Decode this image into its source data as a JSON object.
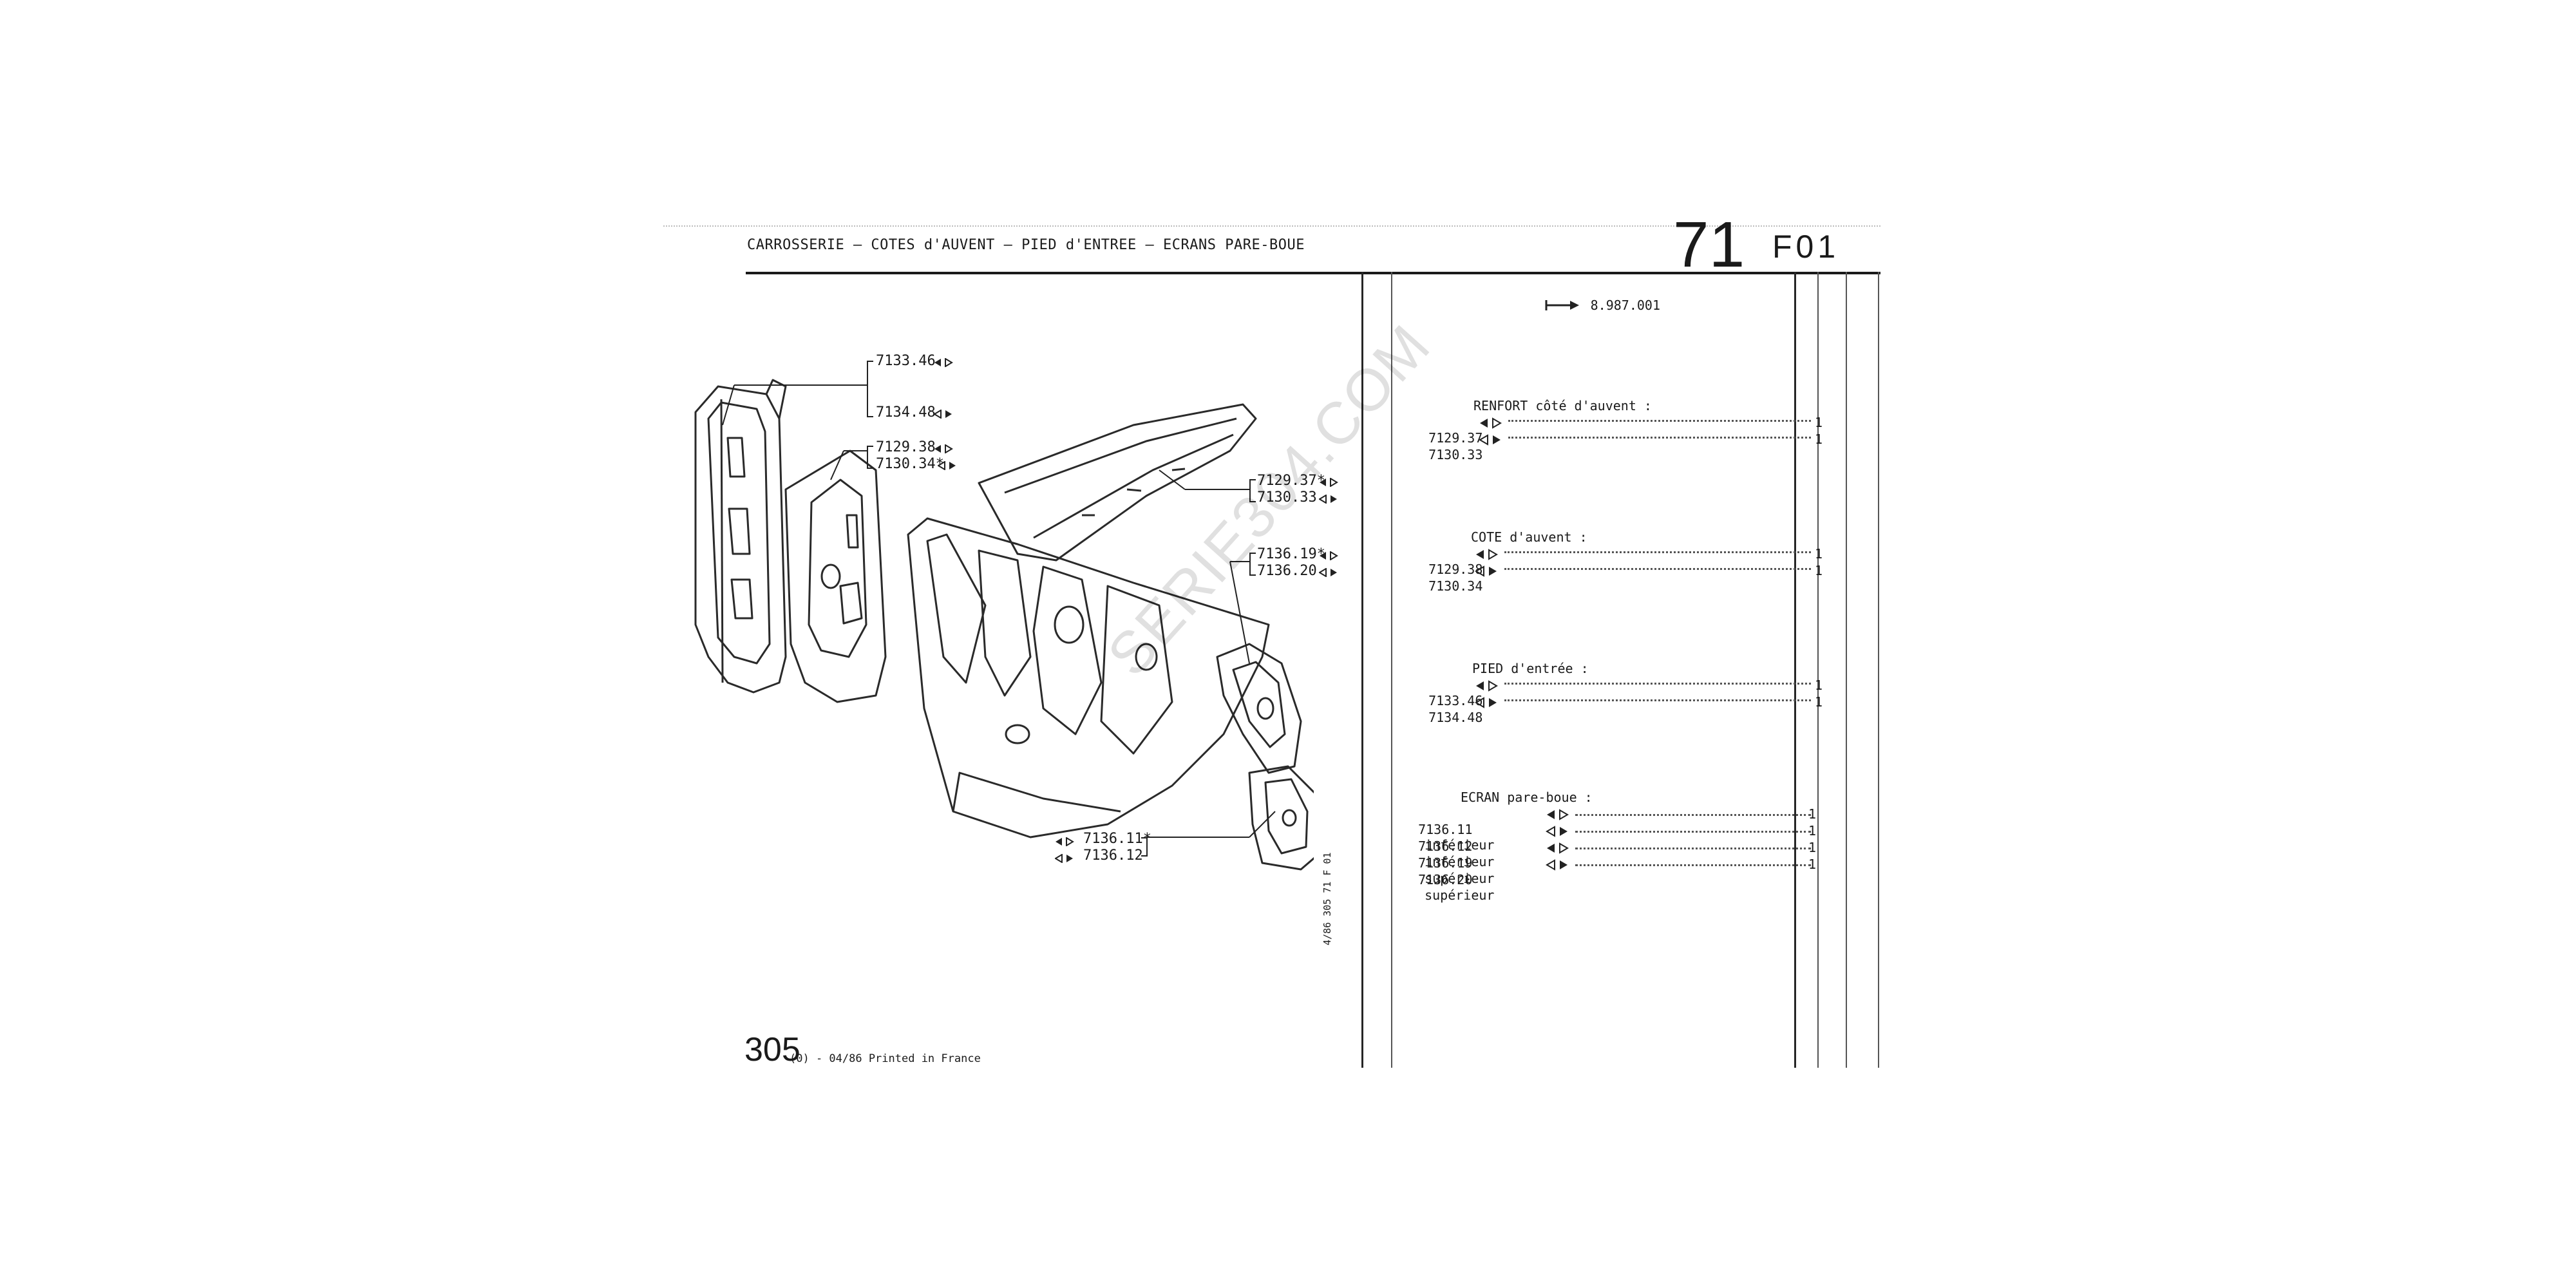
{
  "header": {
    "title": "CARROSSERIE – COTES d'AUVENT – PIED d'ENTREE – ECRANS PARE-BOUE",
    "section_number": "71",
    "plate_code": "F01"
  },
  "serial_reference": "8.987.001",
  "groups": [
    {
      "heading": "RENFORT côté d'auvent :",
      "items": [
        {
          "ref": "7129.37",
          "desc": "",
          "qty": "1"
        },
        {
          "ref": "7130.33",
          "desc": "",
          "qty": "1"
        }
      ]
    },
    {
      "heading": "COTE d'auvent :",
      "items": [
        {
          "ref": "7129.38",
          "desc": "",
          "qty": "1"
        },
        {
          "ref": "7130.34",
          "desc": "",
          "qty": "1"
        }
      ]
    },
    {
      "heading": "PIED d'entrée :",
      "items": [
        {
          "ref": "7133.46",
          "desc": "",
          "qty": "1"
        },
        {
          "ref": "7134.48",
          "desc": "",
          "qty": "1"
        }
      ]
    },
    {
      "heading": "ECRAN pare-boue :",
      "items": [
        {
          "ref": "7136.11",
          "desc": "inférieur",
          "qty": "1"
        },
        {
          "ref": "7136.12",
          "desc": "inférieur",
          "qty": "1"
        },
        {
          "ref": "7136.19",
          "desc": "supérieur",
          "qty": "1"
        },
        {
          "ref": "7136.20",
          "desc": "supérieur",
          "qty": "1"
        }
      ]
    }
  ],
  "callouts": {
    "c1": "7133.46",
    "c2": "7134.48",
    "c3": "7129.38",
    "c4": "7130.34*",
    "c5": "7129.37*",
    "c6": "7130.33",
    "c7": "7136.19*",
    "c8": "7136.20",
    "c9": "7136.11*",
    "c10": "7136.12"
  },
  "footer": {
    "page_number": "305",
    "print_info": "(0) - 04/86 Printed in France",
    "side_reference": "4/86 305 71 F 01"
  },
  "watermark": "SERIE304.COM"
}
